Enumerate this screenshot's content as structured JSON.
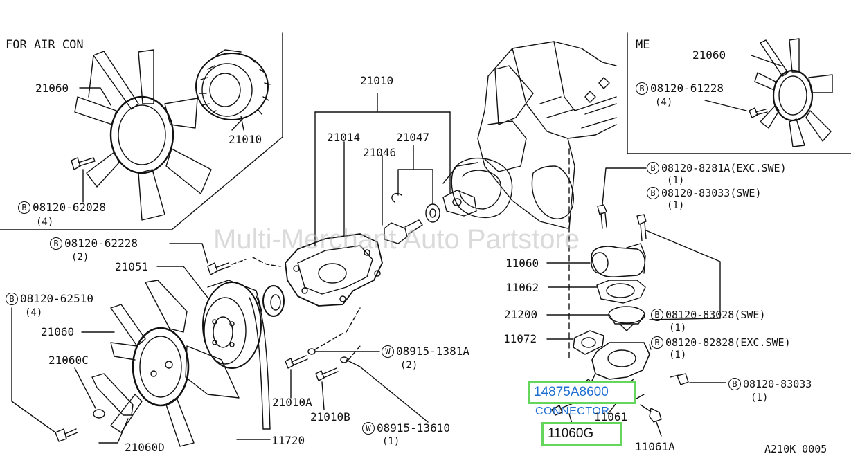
{
  "diagram": {
    "code": "A210K 0005",
    "watermark": "Multi-Merchant Auto Partstore",
    "insets": {
      "air_con": "FOR AIR CON",
      "me": "ME"
    },
    "parts": {
      "fan_aircon": "21060",
      "coupling_aircon": "21010",
      "bolt_aircon": "08120-62028",
      "bolt_aircon_qty": "(4)",
      "pump_asm": "21010",
      "pump_body": "21014",
      "pump_shaft": "21046",
      "pump_seal": "21047",
      "fan_me": "21060",
      "bolt_me": "08120-61228",
      "bolt_me_qty": "(4)",
      "bolt_62228": "08120-62228",
      "bolt_62228_qty": "(2)",
      "pulley": "21051",
      "bolt_62510": "08120-62510",
      "bolt_62510_qty": "(4)",
      "fan_main": "21060",
      "fan_spacer": "21060C",
      "fan_bracket": "21060D",
      "stud_a": "21010A",
      "stud_b": "21010B",
      "belt": "11720",
      "washer_1381a": "08915-1381A",
      "washer_1381a_qty": "(2)",
      "washer_13610": "08915-13610",
      "washer_13610_qty": "(1)",
      "bolt_8281a": "08120-8281A(EXC.SWE)",
      "bolt_8281a_qty": "(1)",
      "bolt_83033_swe": "08120-83033(SWE)",
      "bolt_83033_swe_qty": "(1)",
      "outlet": "11060",
      "gasket_outlet": "11062",
      "thermostat": "21200",
      "gasket_housing": "11072",
      "bolt_83028": "08120-83028(SWE)",
      "bolt_83028_qty": "(1)",
      "bolt_82828": "08120-82828(EXC.SWE)",
      "bolt_82828_qty": "(1)",
      "bolt_83033": "08120-83033",
      "bolt_83033_qty": "(1)",
      "housing_bolt": "11061",
      "housing_bolt_a": "11061A"
    },
    "highlights": {
      "connector_part": "14875A8600",
      "connector_name": "CONNECTOR",
      "housing_part": "11060G"
    },
    "symbols": {
      "bolt": "B",
      "washer": "W"
    }
  }
}
